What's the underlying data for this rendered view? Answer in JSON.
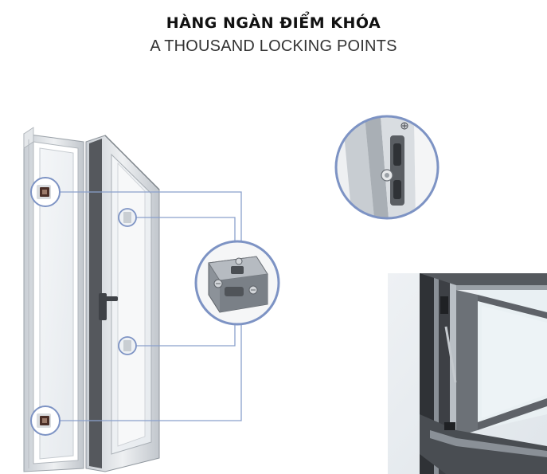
{
  "header": {
    "title_vi": "HÀNG NGÀN ĐIỂM KHÓA",
    "title_en": "A THOUSAND LOCKING POINTS"
  },
  "colors": {
    "callout_ring": "#7d93c4",
    "leader_line": "#8aa0cc",
    "frame_aluminum": "#d7dbe0",
    "frame_dark": "#4a4d52",
    "background": "#ffffff"
  },
  "illustrations": [
    "open-casement-window",
    "locking-point-detail-left",
    "locking-block-detail-center",
    "locking-keeper-detail-top-right",
    "corner-hinge-photo-bottom-right"
  ]
}
